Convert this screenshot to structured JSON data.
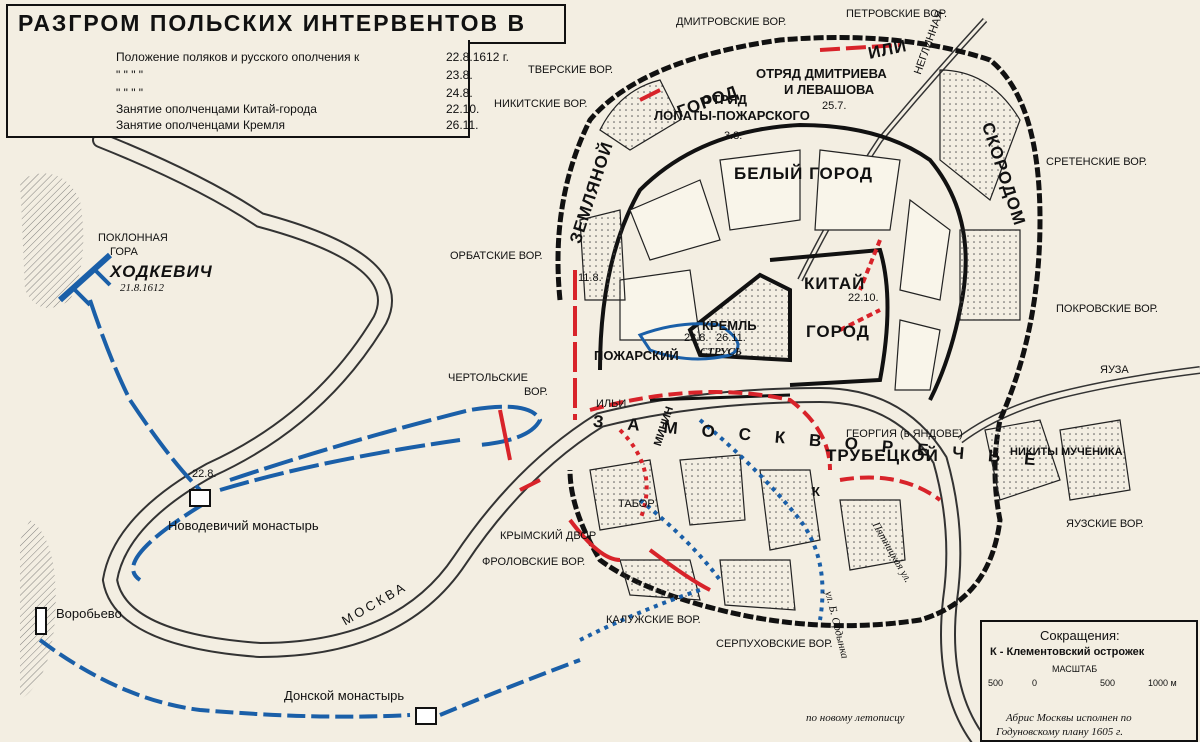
{
  "title": "РАЗГРОМ ПОЛЬСКИХ ИНТЕРВЕНТОВ В МОСКВЕ",
  "legend": [
    {
      "text": "Положение поляков и русского ополчения к",
      "date": "22.8.1612 г."
    },
    {
      "text": "\"            \"            \"            \"",
      "date": "23.8."
    },
    {
      "text": "\"            \"            \"            \"",
      "date": "24.8."
    },
    {
      "text": "Занятие ополченцами Китай-города",
      "date": "22.10."
    },
    {
      "text": "Занятие ополченцами Кремля",
      "date": "26.11."
    }
  ],
  "gates": {
    "dmitrovskie": "ДМИТРОВСКИЕ ВОР.",
    "petrovskie": "ПЕТРОВСКИЕ ВОР.",
    "tverskie": "ТВЕРСКИЕ ВОР.",
    "nikitskie": "НИКИТСКИЕ ВОР.",
    "sretenskie": "СРЕТЕНСКИЕ ВОР.",
    "orbatskie": "ОРБАТСКИЕ ВОР.",
    "pokrovskie": "ПОКРОВСКИЕ ВОР.",
    "chertolskie_1": "ЧЕРТОЛЬСКИЕ",
    "chertolskie_2": "ВОР.",
    "krymsky": "КРЫМСКИЙ ДВОР",
    "frolovskie": "ФРОЛОВСКИЕ ВОР.",
    "kaluzhskie": "КАЛУЖСКИЕ ВОР.",
    "serpukhovskie": "СЕРПУХОВСКИЕ ВОР.",
    "yauzskie": "ЯУЗСКИЕ ВОР."
  },
  "places": {
    "zemlyanoy": "ЗЕМЛЯНОЙ",
    "gorod1": "ГОРОД",
    "skorodom": "СКОРОДОМ",
    "ili": "ИЛИ",
    "bely_gorod": "БЕЛЫЙ ГОРОД",
    "kitay": "КИТАЙ",
    "gorod2": "ГОРОД",
    "kreml": "КРЕМЛЬ",
    "strus": "СТРУСЬ",
    "zamoskvorechye": "ЗАМОСКВОРЕЧЬЕ",
    "neglinnaya": "НЕГЛИННАЯ",
    "yauza": "ЯУЗА",
    "moskva": "МОСКВА",
    "poklonnaya_1": "ПОКЛОННАЯ",
    "poklonnaya_2": "ГОРА",
    "khodkevich": "ХОДКЕВИЧ",
    "khodkevich_date": "21.8.1612",
    "novodevichy": "Новодевичий монастырь",
    "vorobyovo": "Воробьево",
    "donskoy": "Донской монастырь",
    "pozharsky": "ПОЖАРСКИЙ",
    "trubetskoy": "ТРУБЕЦКОЙ",
    "minin": "МИНИН",
    "tabor": "ТАБОР",
    "ilyi": "ИЛЬИ",
    "georgiya": "ГЕОРГИЯ (в ЯНДОВЕ)",
    "nikity": "НИКИТЫ МУЧЕНИКА",
    "otryad_dm_1": "ОТРЯД ДМИТРИЕВА",
    "otryad_dm_2": "И ЛЕВАШОВА",
    "otryad_lop_1": "ОТРЯД",
    "otryad_lop_2": "ЛОПАТЫ-ПОЖАРСКОГО",
    "pyatnitskaya": "Пятницкая ул.",
    "ordynka": "ул. Б. Ордынка",
    "k_mark": "К"
  },
  "dates": {
    "d258": "25.7.",
    "d38": "3.8.",
    "d118": "11.8.",
    "d228": "22.8.",
    "d2210": "22.10.",
    "d238": "23.8.",
    "d2611": "26.11."
  },
  "abbrev": {
    "title": "Сокращения:",
    "text": "К - Клементовский острожек"
  },
  "scale": {
    "title": "МАСШТАБ",
    "ticks": [
      "500",
      "0",
      "500",
      "1000 м"
    ]
  },
  "credit": {
    "line1": "Абрис Москвы исполнен по",
    "line2": "Годуновскому плану 1605 г.",
    "source": "по новому летописцу"
  },
  "colors": {
    "red": "#d8232a",
    "blue": "#1a5fa8",
    "ink": "#111111",
    "paper": "#f3eee2"
  }
}
